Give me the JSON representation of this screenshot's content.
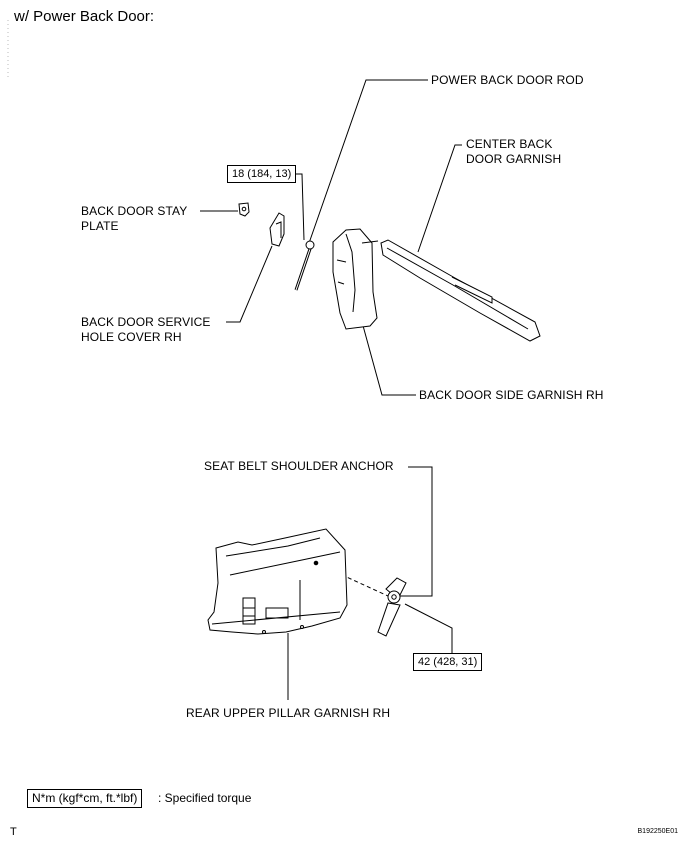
{
  "title": "w/ Power Back Door:",
  "labels": {
    "power_rod": "POWER BACK DOOR ROD",
    "center_garnish_1": "CENTER BACK",
    "center_garnish_2": "DOOR GARNISH",
    "stay_plate_1": "BACK DOOR STAY",
    "stay_plate_2": "PLATE",
    "service_cover_1": "BACK DOOR SERVICE",
    "service_cover_2": "HOLE COVER RH",
    "side_garnish": "BACK DOOR SIDE GARNISH RH",
    "seat_belt_anchor": "SEAT BELT SHOULDER ANCHOR",
    "pillar_garnish": "REAR UPPER PILLAR GARNISH RH"
  },
  "torques": {
    "rod": "18 (184, 13)",
    "anchor": "42 (428, 31)"
  },
  "legend": {
    "box": "N*m (kgf*cm, ft.*lbf)",
    "text": ": Specified torque"
  },
  "footer": {
    "corner": "T",
    "code": "B192250E01"
  }
}
